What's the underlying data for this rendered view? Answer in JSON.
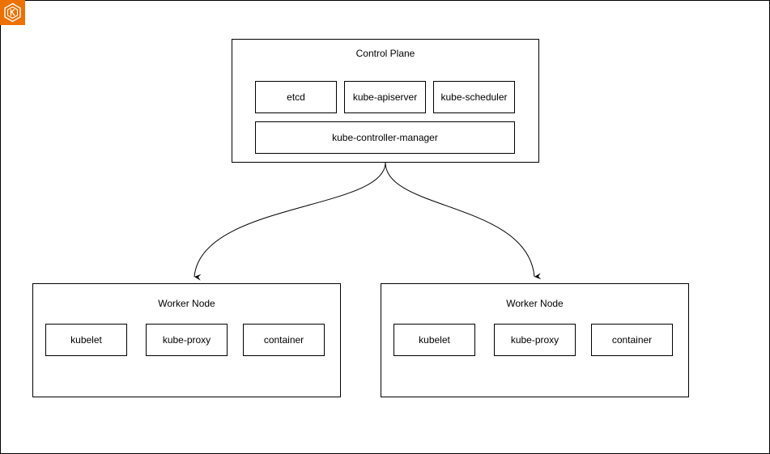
{
  "badge": {
    "icon": "eks-kubernetes-icon",
    "color": "#ED7100"
  },
  "control_plane": {
    "title": "Control Plane",
    "components": {
      "etcd": "etcd",
      "apiserver": "kube-apiserver",
      "scheduler": "kube-scheduler",
      "controller_manager": "kube-controller-manager"
    }
  },
  "worker_nodes": [
    {
      "title": "Worker Node",
      "components": [
        "kubelet",
        "kube-proxy",
        "container"
      ]
    },
    {
      "title": "Worker Node",
      "components": [
        "kubelet",
        "kube-proxy",
        "container"
      ]
    }
  ],
  "edges": [
    {
      "from": "control_plane",
      "to": "worker_nodes.0"
    },
    {
      "from": "control_plane",
      "to": "worker_nodes.1"
    }
  ],
  "colors": {
    "stroke": "#000000",
    "background": "#FFFFFF"
  }
}
